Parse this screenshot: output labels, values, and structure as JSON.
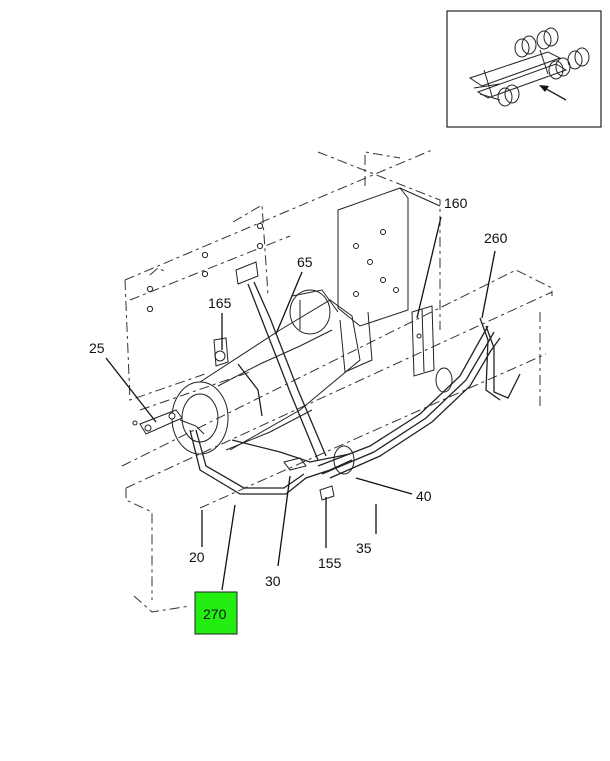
{
  "diagram": {
    "callouts": [
      {
        "key": "c160",
        "text": "160"
      },
      {
        "key": "c260",
        "text": "260"
      },
      {
        "key": "c65",
        "text": "65"
      },
      {
        "key": "c165",
        "text": "165"
      },
      {
        "key": "c25",
        "text": "25"
      },
      {
        "key": "c40",
        "text": "40"
      },
      {
        "key": "c20",
        "text": "20"
      },
      {
        "key": "c35",
        "text": "35"
      },
      {
        "key": "c155",
        "text": "155"
      },
      {
        "key": "c30",
        "text": "30"
      }
    ],
    "highlighted": {
      "text": "270",
      "color": "#22ee11"
    }
  }
}
